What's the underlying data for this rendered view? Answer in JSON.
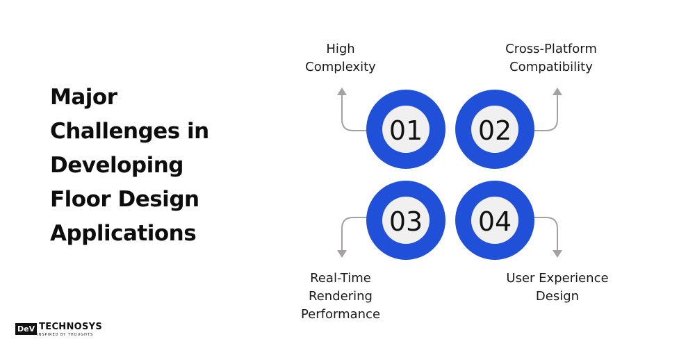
{
  "title_lines": [
    "Major",
    "Challenges in",
    "Developing",
    "Floor Design",
    "Applications"
  ],
  "steps": [
    {
      "number": "01",
      "label_lines": [
        "High",
        "Complexity"
      ]
    },
    {
      "number": "02",
      "label_lines": [
        "Cross-Platform",
        "Compatibility"
      ]
    },
    {
      "number": "03",
      "label_lines": [
        "Real-Time",
        "Rendering",
        "Performance"
      ]
    },
    {
      "number": "04",
      "label_lines": [
        "User Experience",
        "Design"
      ]
    }
  ],
  "logo": {
    "box": "DeV",
    "name": "TECHNOSYS",
    "tagline": "INSPIRED BY THOUGHTS"
  },
  "colors": {
    "ring": "#2050d8",
    "inner": "#f0f0f0",
    "arrow": "#a89f9f",
    "text": "#111111"
  }
}
